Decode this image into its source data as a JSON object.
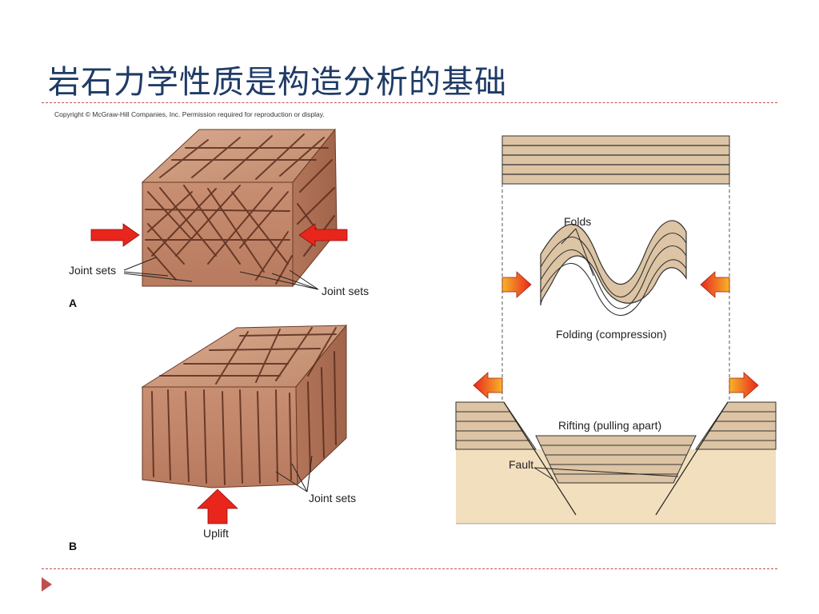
{
  "slide": {
    "title": "岩石力学性质是构造分析的基础",
    "copyright": "Copyright © McGraw-Hill Companies, Inc. Permission required for reproduction or display."
  },
  "figure_a": {
    "panel_label": "A",
    "joint_sets_left": "Joint sets",
    "joint_sets_right": "Joint sets"
  },
  "figure_b": {
    "panel_label": "B",
    "joint_sets": "Joint sets",
    "uplift": "Uplift"
  },
  "figure_c": {
    "folds": "Folds",
    "folding": "Folding (compression)",
    "rifting": "Rifting (pulling apart)",
    "fault": "Fault"
  },
  "colors": {
    "title": "#1f3b66",
    "accent": "#c0504d",
    "rock": "#c89478",
    "rock_dark": "#9c6048",
    "strata": "#dcc4a4",
    "arrow_red": "#e8261c",
    "arrow_orange": "#f5a020"
  },
  "icons": {
    "nav": "triangle-right-icon"
  }
}
